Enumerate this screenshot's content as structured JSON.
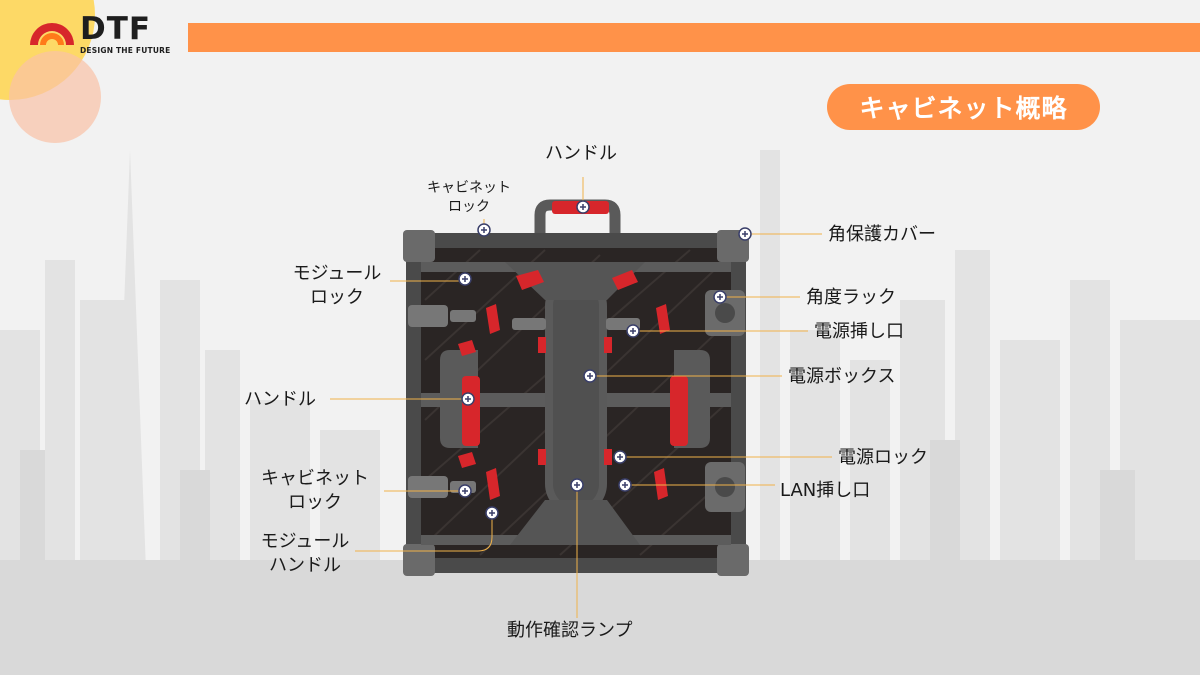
{
  "brand": {
    "name": "DTF",
    "tagline": "DESIGN THE FUTURE"
  },
  "title": "キャビネット概略",
  "labels": {
    "handle_top": "ハンドル",
    "cabinet_lock_top_1": "キャビネット",
    "cabinet_lock_top_2": "ロック",
    "module_lock_1": "モジュール",
    "module_lock_2": "ロック",
    "handle_left": "ハンドル",
    "cabinet_lock_left_1": "キャビネット",
    "cabinet_lock_left_2": "ロック",
    "module_handle_1": "モジュール",
    "module_handle_2": "ハンドル",
    "corner_cover": "角保護カバー",
    "angle_lock": "角度ラック",
    "power_inlet": "電源挿し口",
    "power_box": "電源ボックス",
    "power_lock": "電源ロック",
    "lan_port": "LAN挿し口",
    "status_lamp": "動作確認ランプ"
  },
  "colors": {
    "accent": "#ff9249",
    "highlight": "#d7262b",
    "frame": "#4a4a4a"
  }
}
